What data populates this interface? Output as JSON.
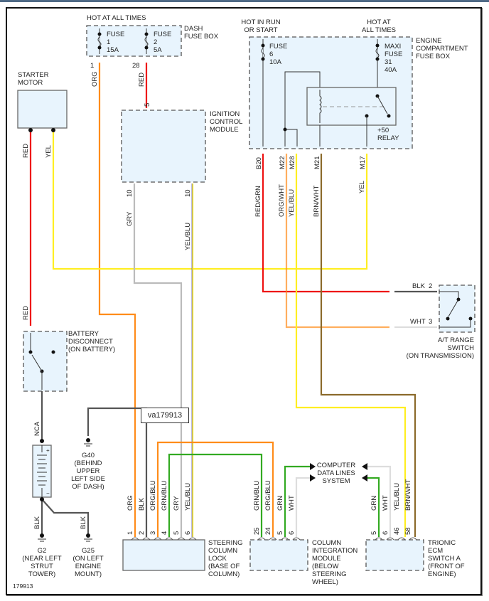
{
  "diagram_id": "179913",
  "callout_label": "va179913",
  "colors": {
    "RED": "#ee1111",
    "YEL": "#ffee22",
    "ORG": "#ff8c1a",
    "GRY": "#bbbbbb",
    "BLK": "#555555",
    "GRN": "#33aa22",
    "WHT": "#dddddd",
    "BRN": "#8b6a2b",
    "BLU": "#5555cc",
    "module_fill": "#e8f4fd"
  },
  "components": {
    "dash_fuse_box": {
      "label": [
        "DASH",
        "FUSE BOX"
      ],
      "power_label": "HOT AT ALL TIMES",
      "fuses": [
        {
          "lines": [
            "FUSE",
            "1",
            "15A"
          ],
          "pin": "1"
        },
        {
          "lines": [
            "FUSE",
            "2",
            "5A"
          ],
          "pin": "28"
        }
      ]
    },
    "engine_fuse_box": {
      "label": [
        "ENGINE",
        "COMPARTMENT",
        "FUSE BOX"
      ],
      "power_labels": [
        [
          "HOT IN RUN",
          "OR START"
        ],
        [
          "HOT AT",
          "ALL TIMES"
        ]
      ],
      "fuse6": [
        "FUSE",
        "6",
        "10A"
      ],
      "maxi_fuse": [
        "MAXI",
        "FUSE",
        "31",
        "40A"
      ],
      "relay_label": [
        "+50",
        "RELAY"
      ],
      "pins": [
        "B20",
        "M22",
        "M28",
        "M21",
        "M17"
      ]
    },
    "starter_motor": {
      "label": [
        "STARTER",
        "MOTOR"
      ]
    },
    "ignition_control_module": {
      "label": [
        "IGNITION",
        "CONTROL",
        "MODULE"
      ],
      "pins": [
        "5",
        "10",
        "10"
      ]
    },
    "battery_disconnect": {
      "label": [
        "BATTERY",
        "DISCONNECT",
        "(ON BATTERY)"
      ]
    },
    "at_range_switch": {
      "label": [
        "A/T RANGE",
        "SWITCH",
        "(ON TRANSMISSION)"
      ],
      "pins": [
        {
          "wire": "BLK",
          "pin": "2"
        },
        {
          "wire": "WHT",
          "pin": "3"
        }
      ]
    },
    "steering_column_lock": {
      "label": [
        "STEERING",
        "COLUMN",
        "LOCK",
        "(BASE OF",
        "COLUMN)"
      ],
      "pins": [
        "1",
        "2",
        "3",
        "4",
        "5",
        "6"
      ],
      "wires": [
        "ORG",
        "BLK",
        "ORG/BLU",
        "GRN/BLU",
        "GRY",
        "YEL/BLU"
      ]
    },
    "column_integration_module": {
      "label": [
        "COLUMN",
        "INTEGRATION",
        "MODULE",
        "(BELOW",
        "STEERING",
        "WHEEL)"
      ],
      "pins": [
        "25",
        "24",
        "5",
        "6"
      ],
      "wires": [
        "GRN/BLU",
        "ORG/BLU",
        "GRN",
        "WHT"
      ]
    },
    "trionic_ecm": {
      "label": [
        "TRIONIC",
        "ECM",
        "SWITCH A",
        "(FRONT OF",
        "ENGINE)"
      ],
      "pins": [
        "5",
        "6",
        "46",
        "58"
      ],
      "wires": [
        "GRN",
        "WHT",
        "YEL/BLU",
        "BRN/WHT"
      ]
    },
    "computer_data_lines": {
      "label": [
        "COMPUTER",
        "DATA LINES",
        "SYSTEM"
      ]
    },
    "grounds": [
      {
        "id": "G40",
        "desc": [
          "(BEHIND",
          "UPPER",
          "LEFT SIDE",
          "OF DASH)"
        ]
      },
      {
        "id": "G2",
        "desc": [
          "(NEAR LEFT",
          "STRUT",
          "TOWER)"
        ]
      },
      {
        "id": "G25",
        "desc": [
          "(ON LEFT",
          "ENGINE",
          "MOUNT)"
        ]
      }
    ]
  },
  "wire_labels": {
    "starter_red": "RED",
    "starter_yel": "YEL",
    "fuse1_org": "ORG",
    "fuse2_red": "RED",
    "icm_gry": "GRY",
    "icm_yelblu": "YEL/BLU",
    "b20": "RED/GRN",
    "m22": "ORG/WHT",
    "m28": "YEL/BLU",
    "m21": "BRN/WHT",
    "m17": "YEL",
    "batt_red": "RED",
    "batt_nca": "NCA",
    "g2_blk": "BLK",
    "g25_blk": "BLK"
  }
}
